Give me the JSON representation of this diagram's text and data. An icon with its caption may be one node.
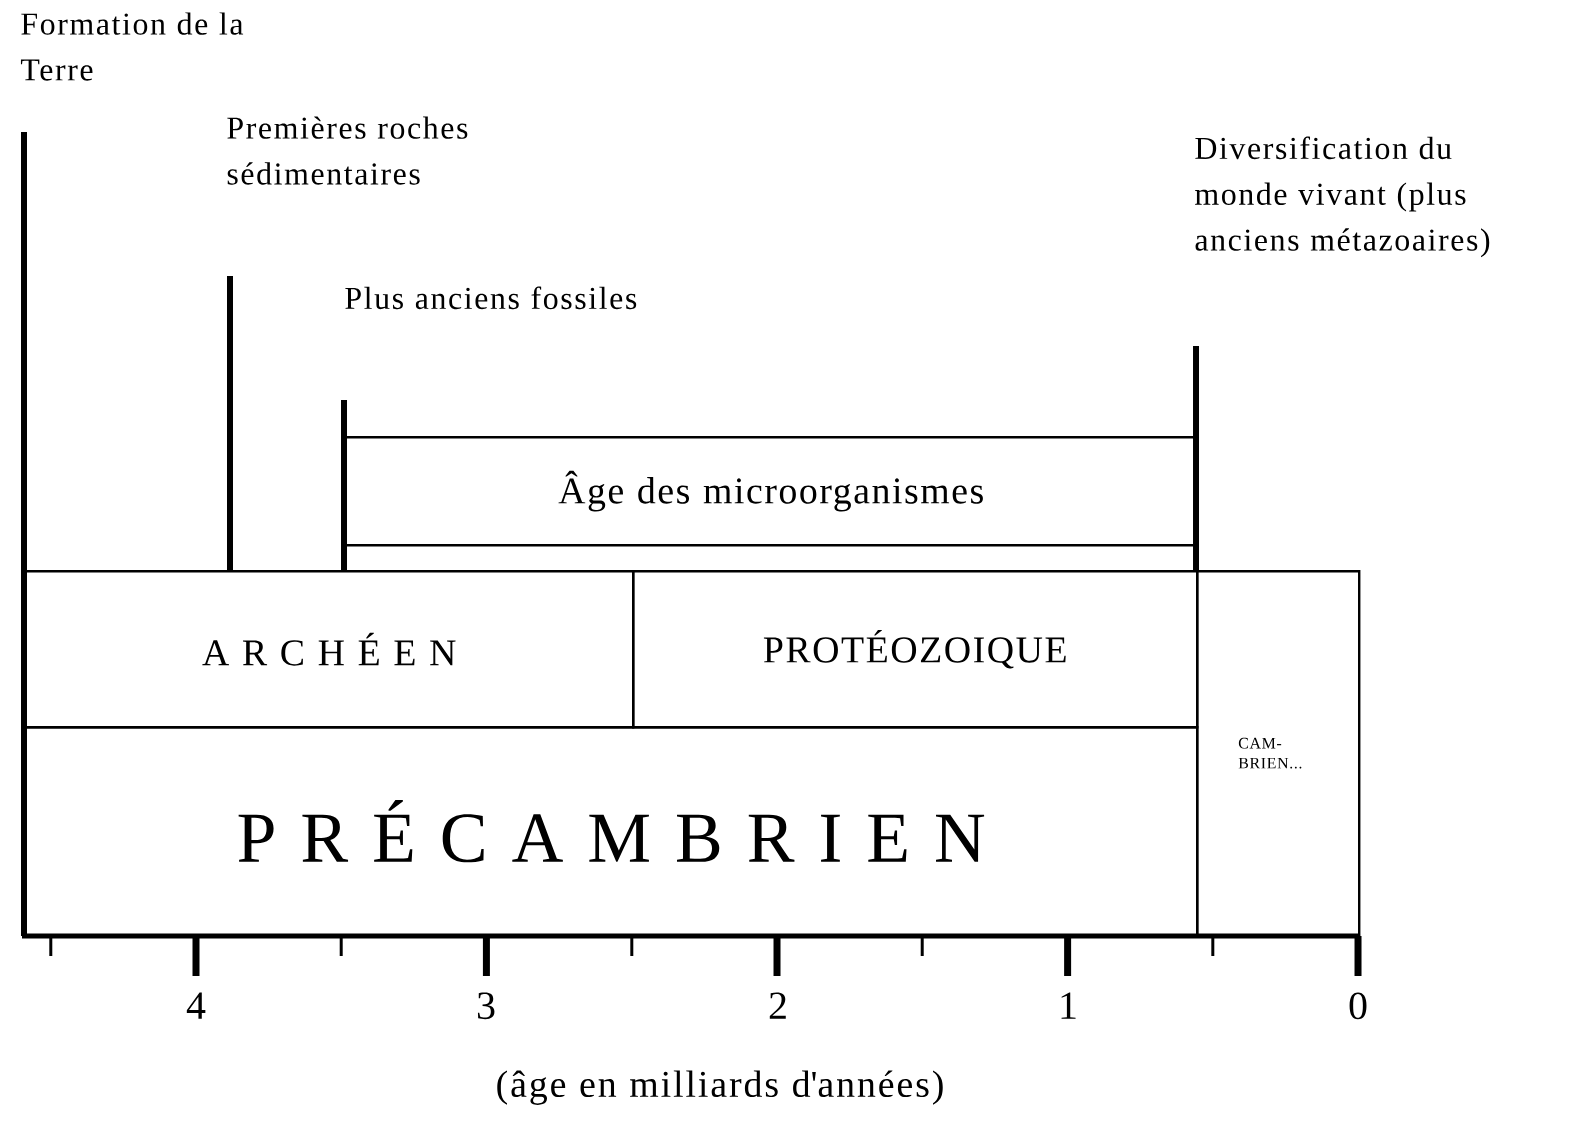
{
  "diagram": {
    "nodes": [
      {
        "text": [
          "Âge des microorganismes"
        ]
      },
      {
        "text": [
          "A R C H É E N"
        ]
      },
      {
        "text": [
          "PROTÉOZOIQUE"
        ]
      },
      {
        "text": [
          "P R É C A M B R I E N"
        ]
      },
      {
        "text": [
          "CAM- BRIEN..."
        ]
      }
    ],
    "labels": [
      "Formation de la Terre",
      "Premières roches sédimentaires",
      "Plus anciens fossiles",
      "Diversification du monde vivant (plus anciens métazoaires)",
      "4",
      "3",
      "2",
      "1",
      "0",
      "(âge en milliards d'années)"
    ]
  }
}
